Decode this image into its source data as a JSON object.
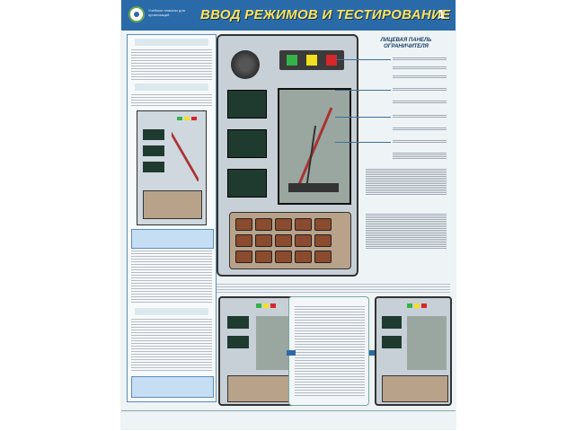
{
  "header": {
    "logo_text": "Учебные плакаты для организаций",
    "title": "ВВОД РЕЖИМОВ И ТЕСТИРОВАНИЕ",
    "page_number": "1"
  },
  "right_column": {
    "heading": "ЛИЦЕВАЯ ПАНЕЛЬ ОГРАНИЧИТЕЛЯ"
  },
  "colors": {
    "header_blue": "#2b6aa8",
    "title_yellow": "#ffe35a",
    "lamp_green": "#35b24a",
    "lamp_yellow": "#f2e01f",
    "lamp_red": "#d8262a"
  }
}
